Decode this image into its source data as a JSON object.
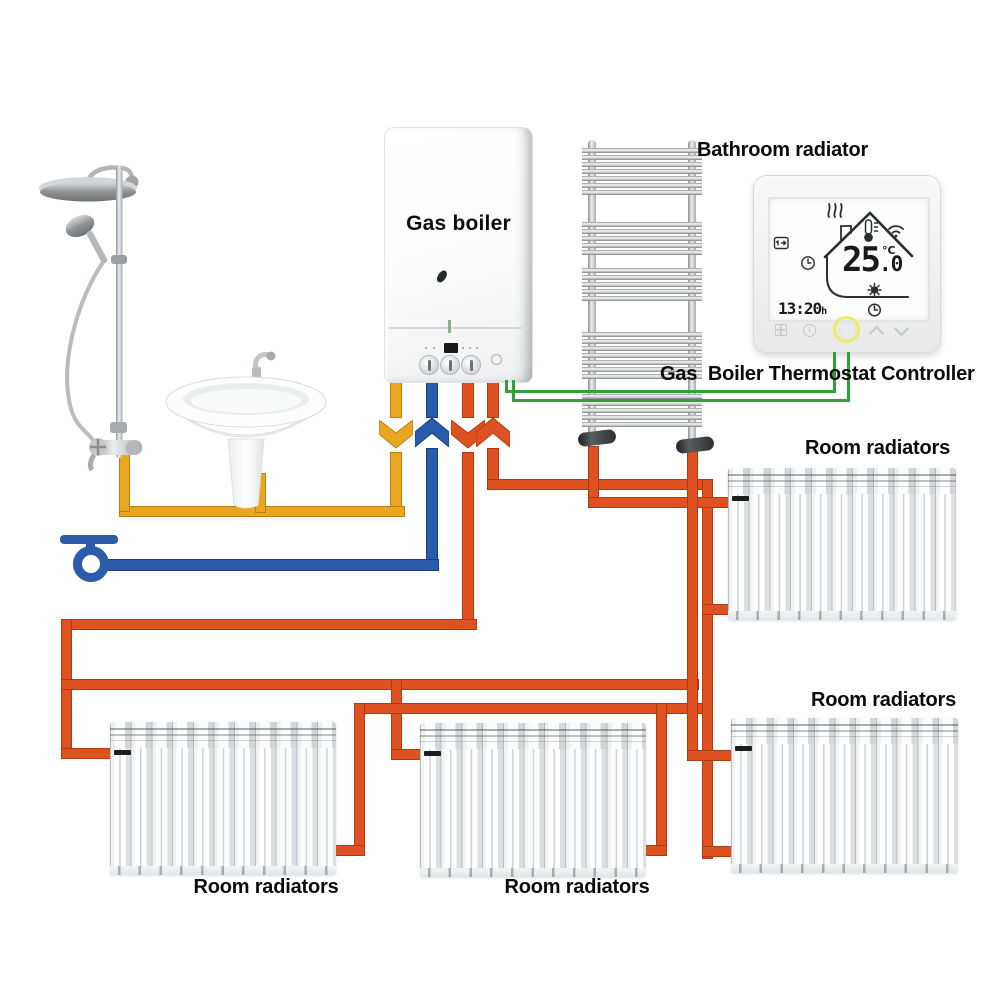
{
  "boiler": {
    "label": "Gas boiler"
  },
  "bathroom_radiator": {
    "label": "Bathroom radiator"
  },
  "thermostat": {
    "label": "Gas  Boiler Thermostat Controller",
    "temperature": "25.0",
    "temperature_whole": "25",
    "temperature_fraction": ".0",
    "unit": "°C",
    "time": "13:20",
    "time_suffix": "h",
    "display_icons": [
      "steam",
      "house",
      "chimney",
      "thermometer",
      "wifi",
      "sun",
      "clock",
      "day-schedule",
      "program"
    ],
    "button_icons": [
      "menu-grid",
      "timer",
      "power",
      "up",
      "down"
    ]
  },
  "room_radiators": [
    {
      "id": "top-right",
      "label": "Room radiators"
    },
    {
      "id": "bottom-left",
      "label": "Room radiators"
    },
    {
      "id": "bottom-middle",
      "label": "Room radiators"
    },
    {
      "id": "bottom-right",
      "label": "Room radiators"
    }
  ],
  "fixtures": [
    "shower",
    "washbasin"
  ],
  "colors": {
    "heating_pipe": "#dd5220",
    "hot_water_pipe": "#e9a620",
    "cold_water_pipe": "#2a5cab",
    "thermostat_wire": "#2fa03c",
    "power_button_ring": "#eeea67"
  }
}
